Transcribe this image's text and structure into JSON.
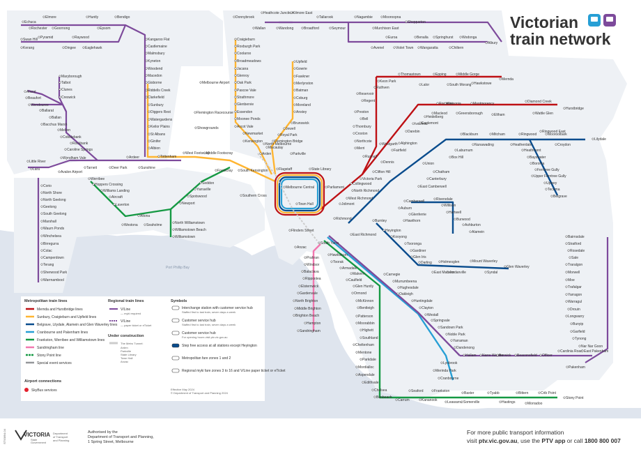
{
  "title": [
    "Victorian",
    "train network"
  ],
  "colors": {
    "land": "#ffffff",
    "sea": "#dfe5ee",
    "bg": "#eef1f5",
    "vline": "#7d4a9b",
    "upfield": "#ffb531",
    "frankston": "#159943",
    "sandringham": "#f178af",
    "cranbourne": "#279fd5",
    "dandenong": "#279fd5",
    "belgrave": "#094c8d",
    "hurstbridge": "#be1014",
    "sunbury": "#ffb531",
    "werribee": "#159943",
    "stony": "#159943",
    "special": "#95979a",
    "metro_tunnel": "#cccccc"
  },
  "icons": [
    "train-icon",
    "bus-icon",
    "airport-icon",
    "info-icon"
  ],
  "bay_label": "Port Phillip Bay",
  "stations": {
    "northwest": [
      "Echuca",
      "Elmore",
      "Rochester",
      "Huntly",
      "Goornong",
      "Epsom",
      "Bendigo",
      "Swan Hill",
      "Kerang",
      "Pyramid",
      "Dingee",
      "Raywood",
      "Eaglehawk"
    ],
    "bendigo_line": [
      "Kangaroo Flat",
      "Castlemaine",
      "Malmsbury",
      "Kyneton",
      "Woodend",
      "Macedon",
      "Gisborne",
      "Riddells Creek",
      "Clarkefield",
      "Sunbury",
      "Diggers Rest",
      "Watergardens",
      "Keilor Plains",
      "St Albans",
      "Ginifer",
      "Albion"
    ],
    "ballarat_line": [
      "Maryborough",
      "Talbot",
      "Clunes",
      "Creswick",
      "Ararat",
      "Beaufort",
      "Wendouree",
      "Ballarat",
      "Ballan",
      "Bacchus Marsh",
      "Melton",
      "Cobblebank",
      "Rockbank",
      "Caroline Springs",
      "Wyndham Vale",
      "Little River",
      "Lara",
      "Ardeer",
      "Tarneit",
      "Deer Park",
      "Sunshine",
      "Tottenham",
      "West Footscray",
      "Middle Footscray",
      "Footscray",
      "South Kensington"
    ],
    "geelong_line": [
      "Avalon Airport",
      "Corio",
      "North Shore",
      "North Geelong",
      "Geelong",
      "South Geelong",
      "Marshall",
      "Waurn Ponds",
      "Winchelsea",
      "Birregurra",
      "Colac",
      "Camperdown",
      "Terang",
      "Sherwood Park",
      "Warrnambool"
    ],
    "werribee_line": [
      "Werribee",
      "Hoppers Crossing",
      "Williams Landing",
      "Aircraft",
      "Laverton",
      "Altona",
      "Westona",
      "Seaholme",
      "Seddon",
      "Yarraville",
      "Spotswood",
      "Newport",
      "North Williamstown",
      "Williamstown Beach",
      "Williamstown"
    ],
    "north": [
      "Donnybrook",
      "Heathcote Junction",
      "Kilmore East",
      "Tallarook",
      "Nagambie",
      "Mooroopna",
      "Shepparton",
      "Wallan",
      "Wandong",
      "Broadford",
      "Seymour",
      "Murchison East",
      "Euroa",
      "Benalla",
      "Springhurst",
      "Wodonga",
      "Albury",
      "Avenel",
      "Violet Town",
      "Wangaratta",
      "Chiltern"
    ],
    "craigieburn_line": [
      "Craigieburn",
      "Roxburgh Park",
      "Coolaroo",
      "Broadmeadows",
      "Jacana",
      "Glenroy",
      "Oak Park",
      "Pascoe Vale",
      "Strathmore",
      "Glenbervie",
      "Essendon",
      "Moonee Ponds",
      "Ascot Vale",
      "Newmarket",
      "Kensington",
      "North Melbourne",
      "Flemington Racecourse",
      "Showgrounds",
      "Melbourne Airport"
    ],
    "upfield_line": [
      "Upfield",
      "Gowrie",
      "Fawkner",
      "Merlynston",
      "Batman",
      "Coburg",
      "Moreland",
      "Anstey",
      "Brunswick",
      "Jewell",
      "Royal Park",
      "Flemington Bridge",
      "Macaulay"
    ],
    "city": [
      "Flagstaff",
      "State Library",
      "Parkville",
      "Arden",
      "Melbourne Central",
      "Parliament",
      "Southern Cross",
      "Town Hall",
      "Flinders Street",
      "Anzac",
      "Richmond",
      "South Yarra",
      "East Richmond",
      "Jolimont",
      "West Richmond",
      "North Richmond",
      "Collingwood",
      "Victoria Park",
      "Clifton Hill"
    ],
    "mernda_hurstbridge": [
      "Thomastown",
      "Epping",
      "Middle Gorge",
      "Mernda",
      "Keon Park",
      "Lalor",
      "South Morang",
      "Hawkstowe",
      "Ruthven",
      "Reservoir",
      "Regent",
      "Preston",
      "Bell",
      "Thornbury",
      "Croxton",
      "Northcote",
      "Merri",
      "Rushall",
      "Dennis",
      "Westgarth",
      "Fairfield",
      "Alphington",
      "Darebin",
      "Ivanhoe",
      "Eaglemont",
      "Heidelberg",
      "Rosanna",
      "Macleod",
      "Watsonia",
      "Greensborough",
      "Montmorency",
      "Eltham",
      "Diamond Creek",
      "Wattle Glen",
      "Hurstbridge"
    ],
    "eastern": [
      "Blackburn",
      "Mitcham",
      "Ringwood",
      "Ringwood East",
      "Croydon",
      "Mooroolbark",
      "Lilydale",
      "Nunawading",
      "Heatherdale",
      "Heathmont",
      "Bayswater",
      "Boronia",
      "Ferntree Gully",
      "Upper Ferntree Gully",
      "Upwey",
      "Tecoma",
      "Belgrave",
      "Laburnum",
      "Box Hill",
      "Union",
      "Chatham",
      "Canterbury",
      "East Camberwell",
      "Camberwell",
      "Riversdale",
      "Willison",
      "Hartwell",
      "Burwood",
      "Ashburton",
      "Alamein",
      "Auburn",
      "Glenferrie",
      "Hawthorn",
      "Burnley",
      "Heyington",
      "Kooyong",
      "Tooronga",
      "Gardiner",
      "Glen Iris",
      "Darling",
      "Holmesglen",
      "Mount Waverley",
      "Jordanville",
      "East Malvern",
      "Syndal",
      "Glen Waverley"
    ],
    "south": [
      "Prahran",
      "Windsor",
      "Balaclava",
      "Ripponlea",
      "Elsternwick",
      "Gardenvale",
      "North Brighton",
      "Middle Brighton",
      "Brighton Beach",
      "Hampton",
      "Sandringham",
      "Hawksburn",
      "Toorak",
      "Armadale",
      "Malvern",
      "Caulfield",
      "Glen Huntly",
      "Ormond",
      "McKinnon",
      "Bentleigh",
      "Patterson",
      "Moorabbin",
      "Highett",
      "Southland",
      "Cheltenham",
      "Mentone",
      "Parkdale",
      "Mordialloc",
      "Aspendale",
      "Edithvale",
      "Chelsea",
      "Bonbeach",
      "Carrum",
      "Seaford",
      "Kananook",
      "Frankston",
      "Leawarra",
      "Baxter",
      "Somerville",
      "Tyabb",
      "Hastings",
      "Bittern",
      "Morradoo",
      "Crib Point",
      "Stony Point"
    ],
    "dandenong": [
      "Carnegie",
      "Murrumbeena",
      "Hughesdale",
      "Oakleigh",
      "Huntingdale",
      "Clayton",
      "Westall",
      "Springvale",
      "Sandown Park",
      "Noble Park",
      "Yarraman",
      "Dandenong",
      "Lynbrook",
      "Merinda Park",
      "Cranbourne",
      "Hallam",
      "Narre Warren",
      "Berwick",
      "Beaconsfield",
      "Officer",
      "Cardinia Road",
      "Pakenham",
      "East Pakenham"
    ],
    "gippsland": [
      "Bairnsdale",
      "Stratford",
      "Sale",
      "Rosedale",
      "Traralgon",
      "Morwell",
      "Moe",
      "Trafalgar",
      "Yarragon",
      "Warragul",
      "Drouin",
      "Longwarry",
      "Bunyip",
      "Garfield",
      "Tynong",
      "Nar Nar Goon"
    ]
  },
  "legend": {
    "metro_heading": "Metropolitan train lines",
    "metro": [
      {
        "label": "Mernda and Hurstbridge lines"
      },
      {
        "label": "Sunbury, Craigieburn and Upfield lines"
      },
      {
        "label": "Belgrave, Lilydale, Alamein and Glen Waverley lines"
      },
      {
        "label": "Cranbourne and Pakenham lines"
      },
      {
        "label": "Frankston, Werribee and Williamstown lines"
      },
      {
        "label": "Sandringham line"
      },
      {
        "label": "Stony Point line"
      },
      {
        "label": "Special event services"
      }
    ],
    "regional_heading": "Regional train lines",
    "regional": [
      {
        "label": "V/Line",
        "sub": "— myki required"
      },
      {
        "label": "V/Line",
        "sub": "— paper ticket or eTicket"
      }
    ],
    "construction_heading": "Under construction",
    "construction_label": "The Metro Tunnel:",
    "construction_stations": [
      "Arden",
      "Parkville",
      "State Library",
      "Town Hall",
      "Anzac"
    ],
    "symbols_heading": "Symbols",
    "symbols": [
      {
        "label": "Interchange station with customer service hub",
        "sub": "Staffed first to last train, seven days a week"
      },
      {
        "label": "Customer service hub",
        "sub": "Staffed first to last train, seven days a week"
      },
      {
        "label": "Customer service hub",
        "sub": "For opening hours visit ptv.vic.gov.au"
      },
      {
        "label": "Step free access at all stations except Heyington"
      },
      {
        "label": "Metropolitan fare zones 1 and 2"
      },
      {
        "label": "Regional myki fare zones 3 to 16 and V/Line paper ticket or eTicket"
      }
    ],
    "airport_heading": "Airport connections",
    "airport": "SkyBus services",
    "effective": "Effective May 2024",
    "copyright": "© Department of Transport and Planning 2024"
  },
  "footer": {
    "gov_name": [
      "VICTORIA",
      "State",
      "Government"
    ],
    "dept": [
      "Department",
      "of Transport",
      "and Planning"
    ],
    "authorised": [
      "Authorised by the",
      "Department of Transport and Planning,",
      "1 Spring Street, Melbourne"
    ],
    "info_line1": "For more public transport information",
    "info_line2_a": "visit ",
    "info_url": "ptv.vic.gov.au",
    "info_line2_b": ", use the ",
    "info_app": "PTV app",
    "info_line2_c": " or call ",
    "info_phone": "1800 800 007",
    "code": "ST93894.04"
  }
}
